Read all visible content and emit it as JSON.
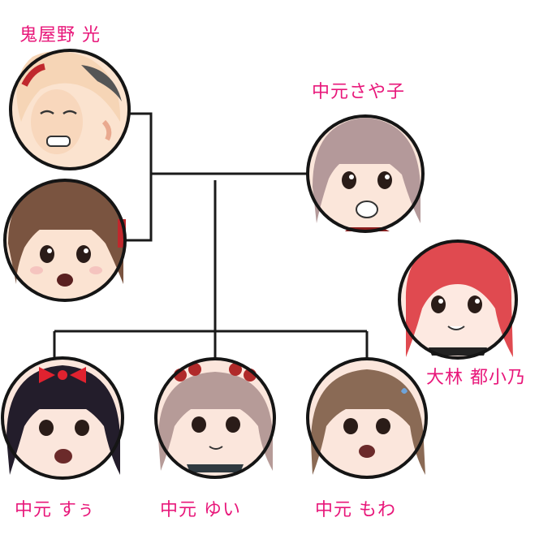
{
  "members": {
    "grandfather": {
      "name": "鬼屋野 光"
    },
    "mother": {
      "name": ""
    },
    "father": {
      "name": "中元さや子"
    },
    "child1": {
      "name": "中元 すぅ"
    },
    "child2": {
      "name": "中元 ゆい"
    },
    "child3": {
      "name": "中元 もわ"
    },
    "friend": {
      "name": "大林 都小乃"
    }
  },
  "colors": {
    "label": "#e8177a",
    "line": "#1a1a1a",
    "frame": "#151515"
  }
}
